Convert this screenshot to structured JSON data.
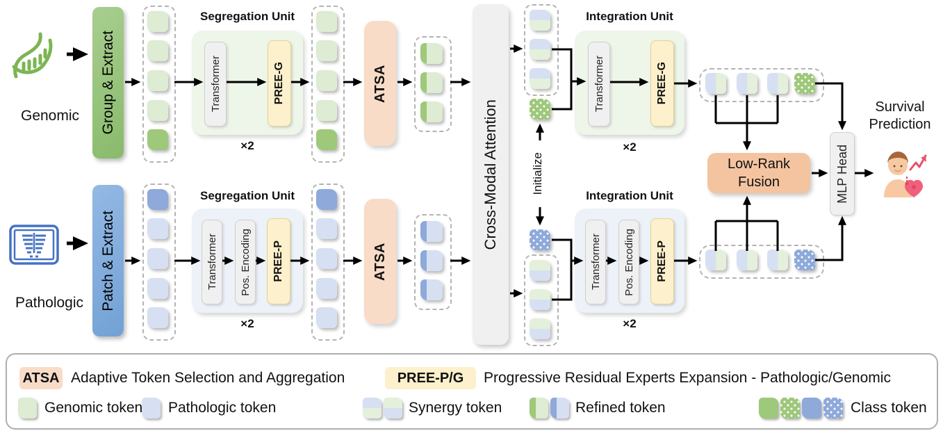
{
  "palette": {
    "green_dark": "#9ec87a",
    "green_light": "#ddecd2",
    "green_pale": "#e4f0db",
    "blue_dark": "#8ea9da",
    "blue_light": "#d6e0f2",
    "unit_green_bg": "#eef5e9",
    "unit_blue_bg": "#edf2f9",
    "atsa_bg": "#f8dcc7",
    "pree_bg": "#fdf0cc",
    "fusion_bg": "#f4c4a0",
    "gray_box": "#f0f0f0",
    "gray_border": "#cfcfcf",
    "arrow": "#000000",
    "genomic_icon": "#7cb553",
    "pathologic_icon": "#4472c4"
  },
  "genomic": {
    "modality": "Genomic",
    "extract": "Group & Extract",
    "segregation": {
      "title": "Segregation Unit",
      "transformer": "Transformer",
      "pree": "PREE-G",
      "repeat": "×2"
    },
    "atsa": "ATSA",
    "integration": {
      "title": "Integration Unit",
      "transformer": "Transformer",
      "pree": "PREE-G",
      "repeat": "×2"
    }
  },
  "pathologic": {
    "modality": "Pathologic",
    "extract": "Patch & Extract",
    "segregation": {
      "title": "Segregation Unit",
      "transformer": "Transformer",
      "pos_encoding": "Pos. Encoding",
      "pree": "PREE-P",
      "repeat": "×2"
    },
    "atsa": "ATSA",
    "integration": {
      "title": "Integration Unit",
      "transformer": "Transformer",
      "pos_encoding": "Pos. Encoding",
      "pree": "PREE-P",
      "repeat": "×2"
    }
  },
  "center": {
    "cross_modal_attention": "Cross-Modal Attention",
    "initialize": "Initialize"
  },
  "output": {
    "low_rank_fusion": "Low-Rank Fusion",
    "mlp_head": "MLP Head",
    "survival": "Survival Prediction"
  },
  "legend": {
    "atsa_abbr": "ATSA",
    "atsa_full": "Adaptive Token Selection and Aggregation",
    "pree_abbr": "PREE-P/G",
    "pree_full": "Progressive Residual Experts Expansion - Pathologic/Genomic",
    "genomic_token": "Genomic token",
    "pathologic_token": "Pathologic token",
    "synergy_token": "Synergy token",
    "refined_token": "Refined token",
    "class_token": "Class token"
  }
}
